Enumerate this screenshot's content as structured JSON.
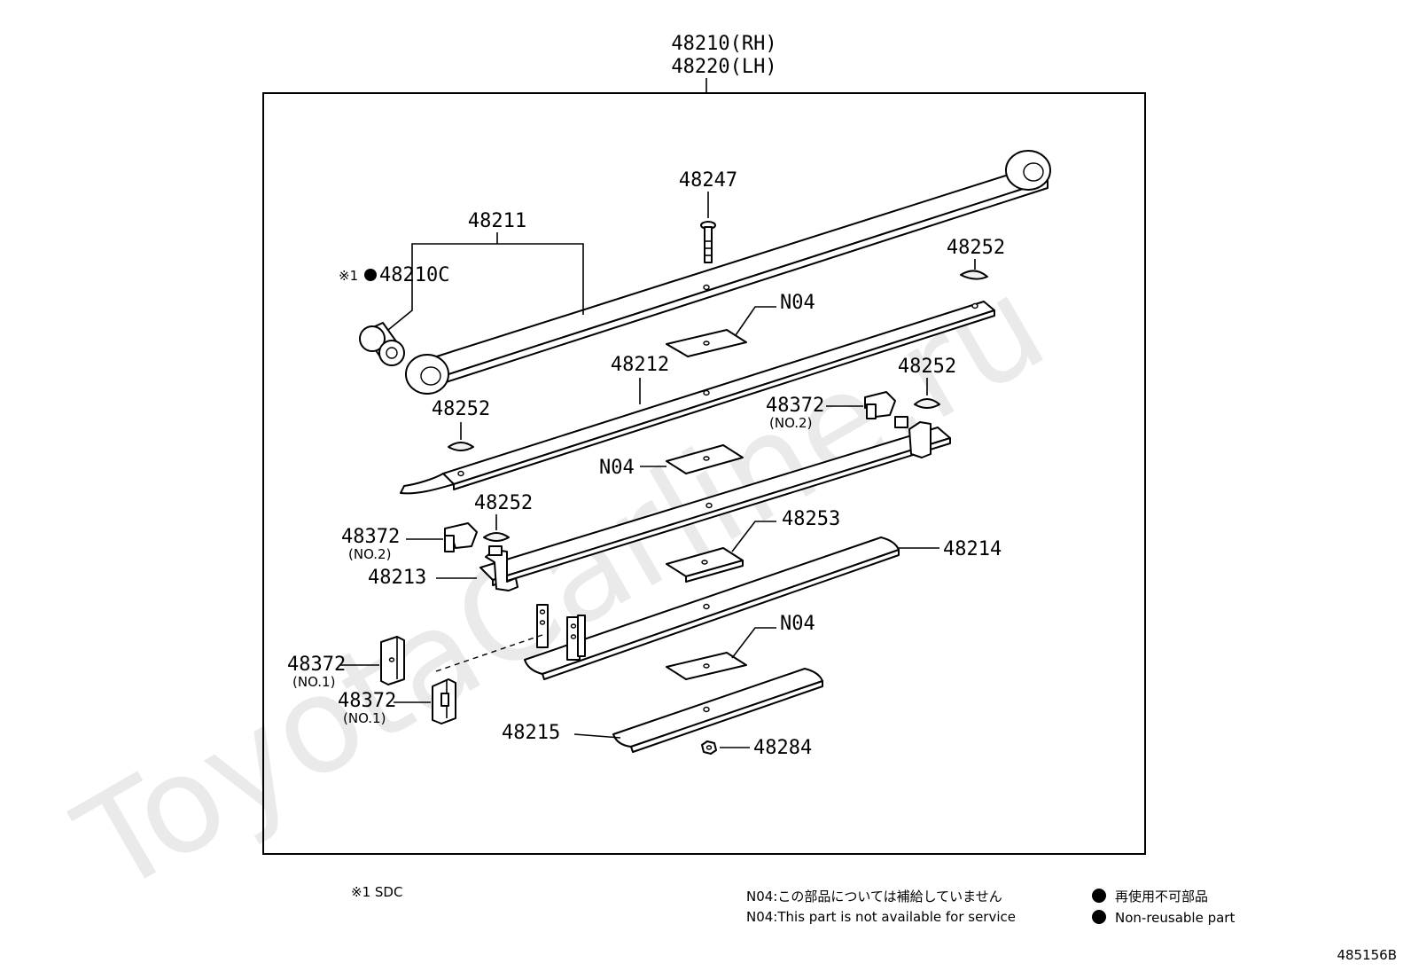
{
  "assembly": {
    "label_rh": "48210(RH)",
    "label_lh": "48220(LH)"
  },
  "callouts": {
    "p48211": "48211",
    "p48210c_prefix": "※1",
    "p48210c": "48210C",
    "p48247": "48247",
    "p48252_a": "48252",
    "p48252_b": "48252",
    "p48252_c": "48252",
    "p48252_d": "48252",
    "n04_a": "N04",
    "n04_b": "N04",
    "n04_c": "N04",
    "p48212": "48212",
    "p48372_a": "48372",
    "p48372_a_sub": "(NO.2)",
    "p48372_b": "48372",
    "p48372_b_sub": "(NO.2)",
    "p48253": "48253",
    "p48213": "48213",
    "p48214": "48214",
    "p48372_c": "48372",
    "p48372_c_sub": "(NO.1)",
    "p48372_d": "48372",
    "p48372_d_sub": "(NO.1)",
    "p48215": "48215",
    "p48284": "48284"
  },
  "notes": {
    "sdc": "※1 SDC",
    "n04_jp": "N04:この部品については補給していません",
    "n04_en": "N04:This part is not available for service",
    "legend_jp": "再使用不可部品",
    "legend_en": "Non-reusable part"
  },
  "diagram_id": "485156B",
  "watermark": "ToyotaCarline.ru"
}
